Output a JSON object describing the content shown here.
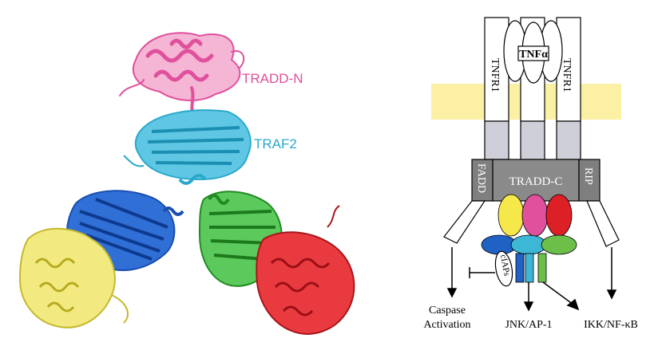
{
  "structure": {
    "labels": {
      "tradd_n": "TRADD-N",
      "traf2": "TRAF2"
    },
    "colors": {
      "tradd_n": "#e0509c",
      "traf2": "#3cb8d6",
      "blue": "#1f5bc8",
      "yellow": "#ece25a",
      "green": "#3cb13c",
      "red": "#e21f26"
    }
  },
  "schematic": {
    "ligand": "TNFα",
    "receptor_left": "TNFR1",
    "receptor_right": "TNFR1",
    "fadd": "FADD",
    "tradd_c": "TRADD-C",
    "rip": "RIP",
    "ciaps": "cIAPs",
    "outputs": {
      "caspase_line1": "Caspase",
      "caspase_line2": "Activation",
      "jnk": "JNK/AP-1",
      "ikk": "IKK/NF-κB"
    },
    "colors": {
      "membrane": "#fbf0a4",
      "receptor_lower": "#cfcfd9",
      "death_domain": "#7f7f7f",
      "yellow": "#f6e84a",
      "magenta": "#e0509c",
      "red": "#dd1f26",
      "blue": "#1f62c4",
      "cyan": "#3cb8d6",
      "green": "#6cc04a"
    }
  }
}
